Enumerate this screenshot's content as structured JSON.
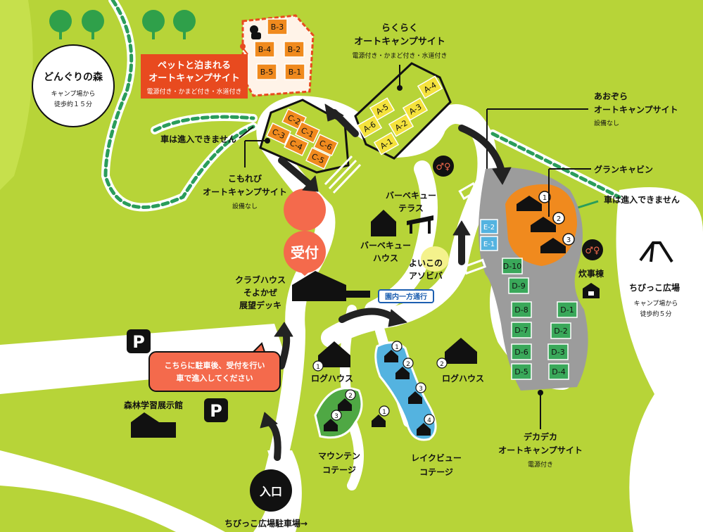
{
  "areas": {
    "donguri": {
      "title": "どんぐりの森",
      "note1": "キャンプ場から",
      "note2": "徒歩約１５分"
    },
    "chibikko": {
      "title": "ちびっこ広場",
      "note1": "キャンプ場から",
      "note2": "徒歩約５分"
    },
    "parking_entrance": "ちびっこ広場駐車場→"
  },
  "sites": {
    "pet": {
      "name1": "ペットと泊まれる",
      "name2": "オートキャンプサイト",
      "facilities": "電源付き・かまど付き・水道付き",
      "plots": [
        "B-3",
        "B-4",
        "B-2",
        "B-5",
        "B-1"
      ]
    },
    "rakuraku": {
      "name1": "らくらく",
      "name2": "オートキャンプサイト",
      "facilities": "電源付き・かまど付き・水道付き",
      "plots": [
        "A-4",
        "A-5",
        "A-3",
        "A-6",
        "A-2",
        "A-1"
      ]
    },
    "komorebi": {
      "name1": "こもれび",
      "name2": "オートキャンプサイト",
      "facilities": "設備なし",
      "plots": [
        "C-2",
        "C-3",
        "C-1",
        "C-4",
        "C-6",
        "C-5"
      ]
    },
    "aozora": {
      "name1": "あおぞら",
      "name2": "オートキャンプサイト",
      "facilities": "設備なし",
      "plots": [
        "E-2",
        "E-1"
      ]
    },
    "dekadeka": {
      "name1": "デカデカ",
      "name2": "オートキャンプサイト",
      "facilities": "電源付き",
      "plots": [
        "D-10",
        "D-9",
        "D-8",
        "D-7",
        "D-6",
        "D-5",
        "D-1",
        "D-2",
        "D-3",
        "D-4"
      ]
    }
  },
  "facilities": {
    "grancabin": "グランキャビン",
    "bbq_house1": "バーベキュー",
    "bbq_house2": "ハウス",
    "bbq_terrace1": "バーベキュー",
    "bbq_terrace2": "テラス",
    "yoiko1": "よいこの",
    "yoiko2": "アソビバ",
    "club1": "クラブハウス",
    "club2": "そよかぜ",
    "club3": "展望デッキ",
    "suiji": "炊事棟",
    "log": "ログハウス",
    "mountain1": "マウンテン",
    "mountain2": "コテージ",
    "lakeview1": "レイクビュー",
    "lakeview2": "コテージ",
    "museum": "森林学習展示館"
  },
  "signs": {
    "reception": "受付",
    "entrance": "入口",
    "parking": "P",
    "oneway": "園内一方通行",
    "no_cars": "車は進入できません",
    "notice1": "こちらに駐車後、受付を行い",
    "notice2": "車で進入してください"
  },
  "numbers": [
    "1",
    "2",
    "3",
    "4"
  ],
  "colors": {
    "grass": "#b7d438",
    "road": "#ffffff",
    "pet": "#e84a1f",
    "orange": "#f08a1e",
    "plot_yellow": "#f4e23c",
    "plot_green": "#3aa85a",
    "cabin_area": "#9c9c9c",
    "lake": "#54b3e0",
    "salmon": "#f46a4c"
  }
}
